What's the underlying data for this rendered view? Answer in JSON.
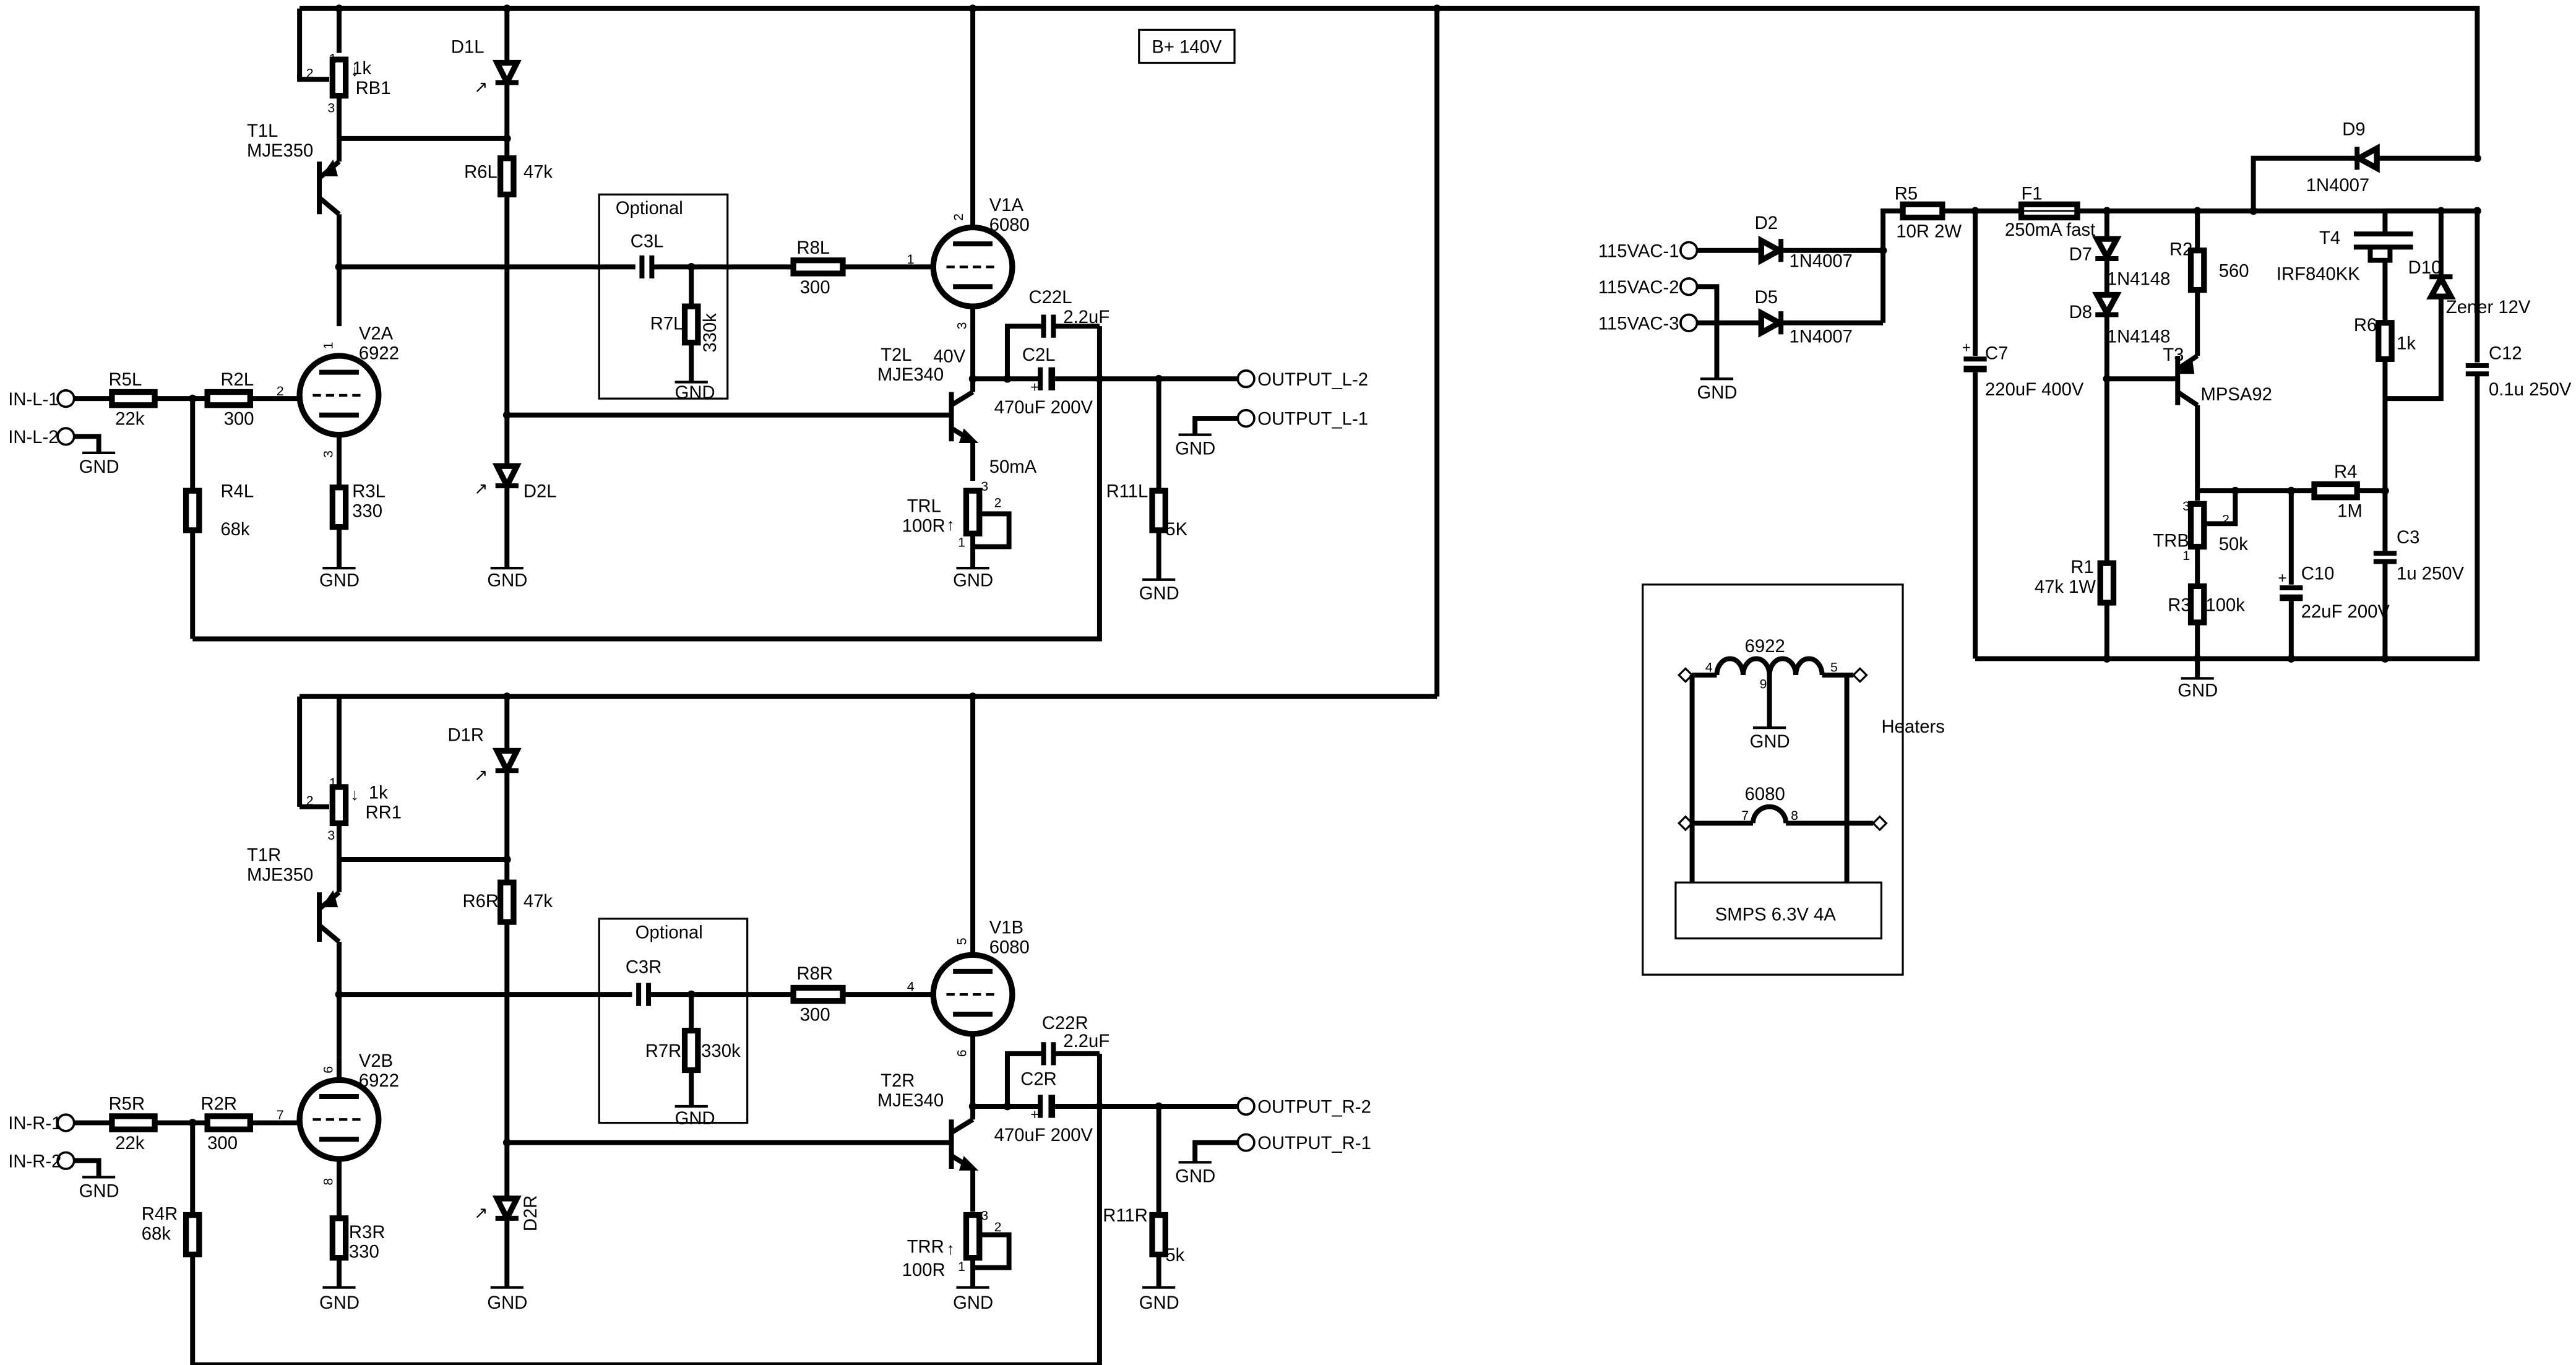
{
  "supply": {
    "bplus": "B+ 140V"
  },
  "left": {
    "t1": {
      "ref": "T1L",
      "val": "MJE350"
    },
    "rb1": {
      "ref": "RB1",
      "val": "1k"
    },
    "d1": {
      "ref": "D1L"
    },
    "r6": {
      "ref": "R6L",
      "val": "47k"
    },
    "optional": "Optional",
    "c3": {
      "ref": "C3L"
    },
    "r7": {
      "ref": "R7L",
      "val": "330k"
    },
    "r8": {
      "ref": "R8L",
      "val": "300"
    },
    "v1": {
      "ref": "V1A",
      "val": "6080"
    },
    "v2": {
      "ref": "V2A",
      "val": "6922"
    },
    "r5": {
      "ref": "R5L",
      "val": "22k"
    },
    "r2": {
      "ref": "R2L",
      "val": "300"
    },
    "r4": {
      "ref": "R4L",
      "val": "68k"
    },
    "r3": {
      "ref": "R3L",
      "val": "330"
    },
    "d2": {
      "ref": "D2L"
    },
    "t2": {
      "ref": "T2L",
      "val": "MJE340"
    },
    "v40": "40V",
    "c22": {
      "ref": "C22L",
      "val": "2.2uF"
    },
    "c2": {
      "ref": "C2L",
      "val": "470uF 200V"
    },
    "i50": "50mA",
    "tr": {
      "ref": "TRL",
      "val": "100R"
    },
    "r11": {
      "ref": "R11L",
      "val": "5K"
    },
    "in1": "IN-L-1",
    "in2": "IN-L-2",
    "out2": "OUTPUT_L-2",
    "out1": "OUTPUT_L-1"
  },
  "right": {
    "t1": {
      "ref": "T1R",
      "val": "MJE350"
    },
    "rb1": {
      "ref": "RR1",
      "val": "1k"
    },
    "d1": {
      "ref": "D1R"
    },
    "r6": {
      "ref": "R6R",
      "val": "47k"
    },
    "optional": "Optional",
    "c3": {
      "ref": "C3R"
    },
    "r7": {
      "ref": "R7R",
      "val": "330k"
    },
    "r8": {
      "ref": "R8R",
      "val": "300"
    },
    "v1": {
      "ref": "V1B",
      "val": "6080"
    },
    "v2": {
      "ref": "V2B",
      "val": "6922"
    },
    "r5": {
      "ref": "R5R",
      "val": "22k"
    },
    "r2": {
      "ref": "R2R",
      "val": "300"
    },
    "r4": {
      "ref": "R4R",
      "val": "68k"
    },
    "r3": {
      "ref": "R3R",
      "val": "330"
    },
    "d2": {
      "ref": "D2R"
    },
    "t2": {
      "ref": "T2R",
      "val": "MJE340"
    },
    "c22": {
      "ref": "C22R",
      "val": "2.2uF"
    },
    "c2": {
      "ref": "C2R",
      "val": "470uF 200V"
    },
    "tr": {
      "ref": "TRR",
      "val": "100R"
    },
    "r11": {
      "ref": "R11R",
      "val": "5k"
    },
    "in1": "IN-R-1",
    "in2": "IN-R-2",
    "out2": "OUTPUT_R-2",
    "out1": "OUTPUT_R-1"
  },
  "psu": {
    "ac1": "115VAC-1",
    "ac2": "115VAC-2",
    "ac3": "115VAC-3",
    "d2": {
      "ref": "D2",
      "val": "1N4007"
    },
    "d5": {
      "ref": "D5",
      "val": "1N4007"
    },
    "r5": {
      "ref": "R5",
      "val": "10R 2W"
    },
    "f1": {
      "ref": "F1",
      "val": "250mA fast"
    },
    "c7": {
      "ref": "C7",
      "val": "220uF 400V"
    },
    "d7": {
      "ref": "D7",
      "val": "1N4148"
    },
    "d8": {
      "ref": "D8",
      "val": "1N4148"
    },
    "r2": {
      "ref": "R2",
      "val": "560"
    },
    "t3": {
      "ref": "T3",
      "val": "MPSA92"
    },
    "r1": {
      "ref": "R1",
      "val": "47k 1W"
    },
    "trb": {
      "ref": "TRB",
      "val": "50k"
    },
    "r3": {
      "ref": "R3",
      "val": "100k"
    },
    "c10": {
      "ref": "C10",
      "val": "22uF 200V"
    },
    "d9": {
      "ref": "D9",
      "val": "1N4007"
    },
    "t4": {
      "ref": "T4",
      "val": "IRF840KK"
    },
    "d10": {
      "ref": "D10",
      "val": "Zener 12V"
    },
    "r6": {
      "ref": "R6",
      "val": "1k"
    },
    "r4": {
      "ref": "R4",
      "val": "1M"
    },
    "c3": {
      "ref": "C3",
      "val": "1u 250V"
    },
    "c12": {
      "ref": "C12",
      "val": "0.1u 250V"
    }
  },
  "heaters": {
    "title": "Heaters",
    "tube1": "6922",
    "tube2": "6080",
    "smps": "SMPS 6.3V 4A",
    "pins": {
      "p4": "4",
      "p9": "9",
      "p5": "5",
      "p7": "7",
      "p8": "8"
    }
  },
  "gnd": "GND",
  "pins": {
    "one": "1",
    "two": "2",
    "three": "3",
    "four": "4",
    "five": "5",
    "six": "6",
    "seven": "7",
    "eight": "8"
  }
}
